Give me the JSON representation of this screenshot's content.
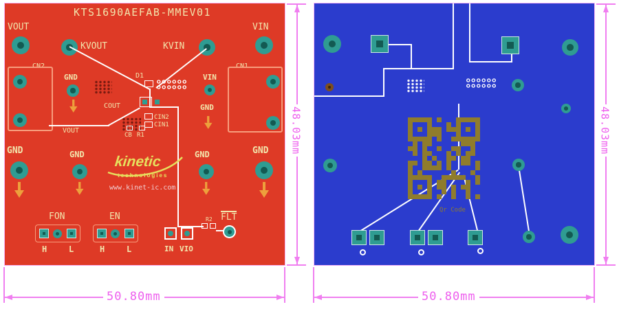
{
  "top_board": {
    "title": "KTS1690AEFAB-MMEV01",
    "tp_vout": "VOUT",
    "tp_kvout": "KVOUT",
    "tp_kvin": "KVIN",
    "tp_vin": "VIN",
    "cn2": "CN2",
    "cn1": "CN1",
    "gnd": "GND",
    "vin": "VIN",
    "vout": "VOUT",
    "d1": "D1",
    "cout": "COUT",
    "cin2": "CIN2",
    "cin1": "CIN1",
    "cb": "CB",
    "r1": "R1",
    "r2": "R2",
    "gnd_row": [
      "GND",
      "GND",
      "GND",
      "GND"
    ],
    "logo": {
      "brand": "kinetic",
      "sub": "technologies",
      "url": "www.kinet-ic.com"
    },
    "fon": "FON",
    "en": "EN",
    "flt": "FLT",
    "pin_h": "H",
    "pin_l": "L",
    "pin_in": "IN",
    "pin_vio": "VIO"
  },
  "bottom_board": {
    "qr_label": "Qr Code"
  },
  "dimensions": {
    "board_width": "50.80mm",
    "board_height": "48.03mm"
  },
  "colors": {
    "board_top": "#de3a26",
    "board_bottom": "#2b3ccd",
    "pad_teal": "#2f9c92",
    "silkscreen": "#f2e5ac",
    "connector_outline": "#f79d7d",
    "gnd_arrow": "#eda03c",
    "dimension": "#ee5fee",
    "qr_gold": "#8f7c2c",
    "trace": "#ffffff"
  }
}
